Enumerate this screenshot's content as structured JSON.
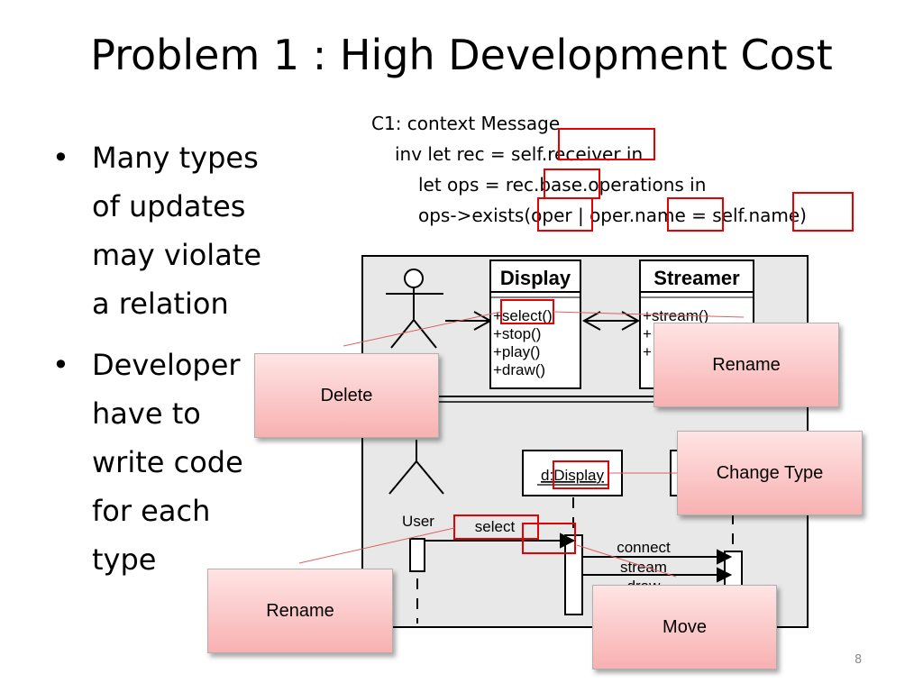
{
  "slide": {
    "title": "Problem 1 : High Development Cost",
    "bullets": [
      "Many types\nof updates\nmay violate\na relation",
      "Developer\nhave to\nwrite code\nfor each\ntype"
    ],
    "page_number": "8"
  },
  "ocl": {
    "line1": "C1: context Message",
    "line2": "inv let rec = self.receiver  in",
    "line3": "let ops = rec.base.operations in",
    "line4": "ops->exists(oper | oper.name = self.name)"
  },
  "class_diagram": {
    "display_class": {
      "name": "Display",
      "operations": [
        "+select()",
        "+stop()",
        "+play()",
        "+draw()"
      ]
    },
    "streamer_class": {
      "name": "Streamer",
      "operations": [
        "+stream()",
        "+",
        "+"
      ]
    }
  },
  "sequence_diagram": {
    "actor_label": "User",
    "lifeline_label": "d:Display",
    "messages": [
      "select",
      "connect",
      "stream",
      "draw"
    ]
  },
  "callouts": {
    "delete": "Delete",
    "rename_top": "Rename",
    "change_type": "Change Type",
    "rename_bottom": "Rename",
    "move": "Move"
  },
  "colors": {
    "highlight": "#e60000",
    "callout_top": "#ffe4e4",
    "callout_bottom": "#f8b1b1",
    "diagram_bg": "#e8e8e8"
  }
}
